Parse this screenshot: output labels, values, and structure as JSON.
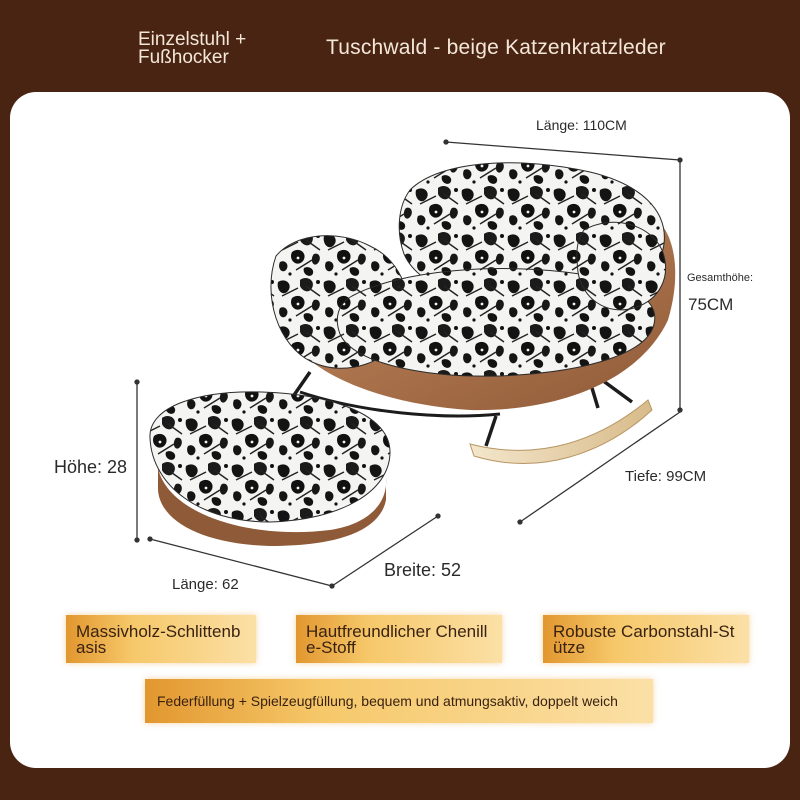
{
  "header": {
    "left_text": "Einzelstuhl + Fußhocker",
    "right_text": "Tuschwald - beige Katzenkratzleder"
  },
  "dimensions": {
    "chair_length": "Länge: 110CM",
    "total_height_label": "Gesamthöhe:",
    "total_height_value": "75CM",
    "chair_depth": "Tiefe: 99CM",
    "stool_height": "Höhe: 28",
    "stool_width": "Breite: 52",
    "stool_length": "Länge: 62"
  },
  "features": [
    "Massivholz-Schlittenbasis",
    "Hautfreundlicher Chenille-Stoff",
    "Robuste Carbonstahl-Stütze",
    "Federfüllung + Spielzeugfüllung, bequem und atmungsaktiv, doppelt weich"
  ],
  "colors": {
    "background": "#4a2412",
    "panel": "#ffffff",
    "leather": "#a96e48",
    "wood": "#e8d3ad",
    "feature_gradient_start": "#e2972f",
    "feature_gradient_end": "#fbe0a6"
  }
}
